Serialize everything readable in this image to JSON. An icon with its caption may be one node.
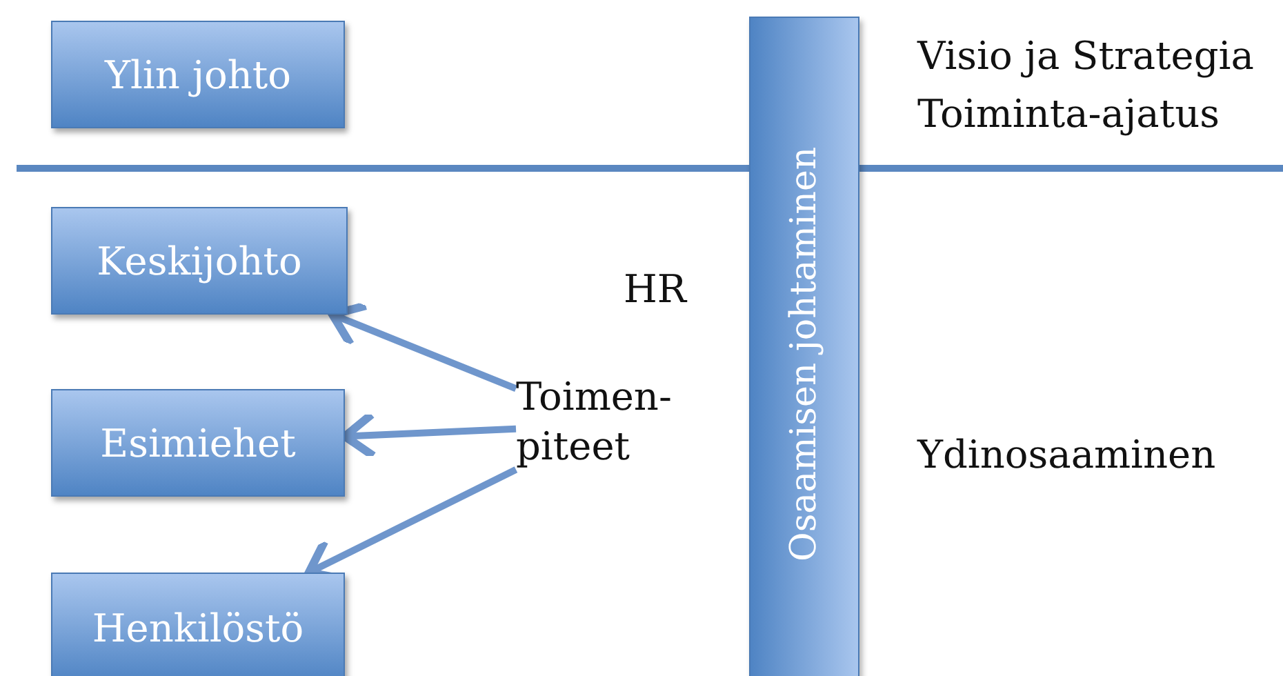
{
  "diagram": {
    "nodes": [
      {
        "text": [
          "Ylin johto"
        ]
      },
      {
        "text": [
          "Keskijohto"
        ]
      },
      {
        "text": [
          "Esimiehet"
        ]
      },
      {
        "text": [
          "Henkilöstö"
        ]
      },
      {
        "text": [
          "Toimen- piteet"
        ]
      },
      {
        "text": [
          "Osaamisen johtaminen"
        ]
      }
    ],
    "edges": [
      {
        "from": 4,
        "to": 1,
        "arrow": "to"
      },
      {
        "from": 4,
        "to": 2,
        "arrow": "to"
      },
      {
        "from": 4,
        "to": 3,
        "arrow": "to"
      }
    ],
    "labels": [
      "Visio ja Strategia",
      "Toiminta-ajatus",
      "HR",
      "Ydinosaaminen"
    ]
  }
}
